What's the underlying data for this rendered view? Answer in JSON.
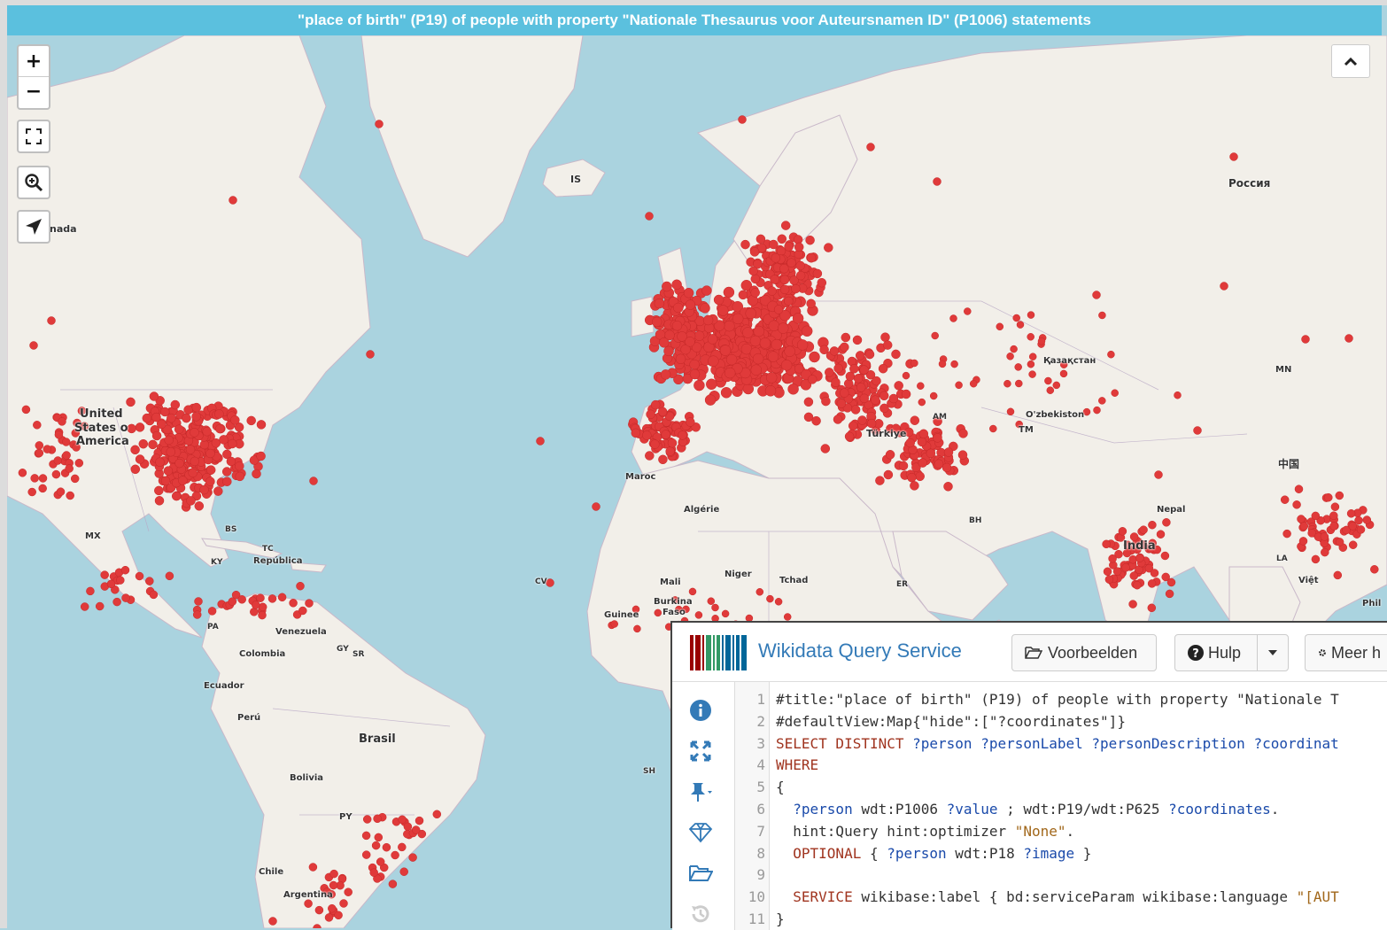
{
  "title_bar": {
    "text": "\"place of birth\" (P19) of people with property \"Nationale Thesaurus voor Auteursnamen ID\" (P1006) statements"
  },
  "map": {
    "controls": {
      "zoom_in": "+",
      "zoom_out": "−"
    },
    "labels": [
      {
        "key": "canada",
        "text": "nada"
      },
      {
        "key": "iceland",
        "text": "IS"
      },
      {
        "key": "russia",
        "text": "Россия"
      },
      {
        "key": "kazakhstan",
        "text": "Қазақстан"
      },
      {
        "key": "mongolia",
        "text": "MN"
      },
      {
        "key": "usa1",
        "text": "United"
      },
      {
        "key": "usa2",
        "text": "States o"
      },
      {
        "key": "usa3",
        "text": "America"
      },
      {
        "key": "uzbekistan",
        "text": "O'zbekiston"
      },
      {
        "key": "turkmenistan",
        "text": "TM"
      },
      {
        "key": "china",
        "text": "中国"
      },
      {
        "key": "mexico",
        "text": "MX"
      },
      {
        "key": "bahamas",
        "text": "BS"
      },
      {
        "key": "tc",
        "text": "TC"
      },
      {
        "key": "republica",
        "text": "República"
      },
      {
        "key": "ky",
        "text": "KY"
      },
      {
        "key": "morocco",
        "text": "Maroc"
      },
      {
        "key": "algeria",
        "text": "Algérie"
      },
      {
        "key": "mali",
        "text": "Mali"
      },
      {
        "key": "niger",
        "text": "Niger"
      },
      {
        "key": "tchad",
        "text": "Tchad"
      },
      {
        "key": "burkina",
        "text": "Burkina"
      },
      {
        "key": "faso",
        "text": "Faso"
      },
      {
        "key": "guinee",
        "text": "Guinee"
      },
      {
        "key": "india",
        "text": "India"
      },
      {
        "key": "nepal",
        "text": "Nepal"
      },
      {
        "key": "bh",
        "text": "BH"
      },
      {
        "key": "er",
        "text": "ER"
      },
      {
        "key": "venezuela",
        "text": "Venezuela"
      },
      {
        "key": "colombia",
        "text": "Colombia"
      },
      {
        "key": "ecuador",
        "text": "Ecuador"
      },
      {
        "key": "peru",
        "text": "Perú"
      },
      {
        "key": "brasil",
        "text": "Brasil"
      },
      {
        "key": "bolivia",
        "text": "Bolivia"
      },
      {
        "key": "py",
        "text": "PY"
      },
      {
        "key": "chile",
        "text": "Chile"
      },
      {
        "key": "argentina",
        "text": "Argentina"
      },
      {
        "key": "gy",
        "text": "GY"
      },
      {
        "key": "sr",
        "text": "SR"
      },
      {
        "key": "sh",
        "text": "SH"
      },
      {
        "key": "pa",
        "text": "PA"
      },
      {
        "key": "cv",
        "text": "CV"
      },
      {
        "key": "la",
        "text": "LA"
      },
      {
        "key": "vietnam",
        "text": "Việt"
      },
      {
        "key": "phil",
        "text": "Phil"
      },
      {
        "key": "am",
        "text": "AM"
      },
      {
        "key": "turkey",
        "text": "Türkiye"
      }
    ]
  },
  "panel": {
    "brand": "Wikidata Query Service",
    "buttons": {
      "examples": "Voorbeelden",
      "help": "Hulp",
      "more": "Meer h"
    },
    "code_lines": [
      {
        "n": "1",
        "segments": [
          {
            "t": "#title:\"place of birth\" (P19) of people with property \"Nationale T",
            "c": "plain"
          }
        ]
      },
      {
        "n": "2",
        "segments": [
          {
            "t": "#defaultView:Map{\"hide\":[\"?coordinates\"]}",
            "c": "plain"
          }
        ]
      },
      {
        "n": "3",
        "segments": [
          {
            "t": "SELECT DISTINCT ",
            "c": "kw"
          },
          {
            "t": "?person ?personLabel ?personDescription ?coordinat",
            "c": "var"
          }
        ]
      },
      {
        "n": "4",
        "segments": [
          {
            "t": "WHERE",
            "c": "kw"
          }
        ]
      },
      {
        "n": "5",
        "segments": [
          {
            "t": "{",
            "c": "plain"
          }
        ]
      },
      {
        "n": "6",
        "segments": [
          {
            "t": "  ",
            "c": "plain"
          },
          {
            "t": "?person ",
            "c": "var"
          },
          {
            "t": "wdt:P1006 ",
            "c": "plain"
          },
          {
            "t": "?value",
            "c": "var"
          },
          {
            "t": " ; wdt:P19/wdt:P625 ",
            "c": "plain"
          },
          {
            "t": "?coordinates",
            "c": "var"
          },
          {
            "t": ".",
            "c": "plain"
          }
        ]
      },
      {
        "n": "7",
        "segments": [
          {
            "t": "  hint:Query hint:optimizer ",
            "c": "plain"
          },
          {
            "t": "\"None\"",
            "c": "str"
          },
          {
            "t": ".",
            "c": "plain"
          }
        ]
      },
      {
        "n": "8",
        "segments": [
          {
            "t": "  ",
            "c": "plain"
          },
          {
            "t": "OPTIONAL",
            "c": "kw"
          },
          {
            "t": " { ",
            "c": "plain"
          },
          {
            "t": "?person ",
            "c": "var"
          },
          {
            "t": "wdt:P18 ",
            "c": "plain"
          },
          {
            "t": "?image",
            "c": "var"
          },
          {
            "t": " }",
            "c": "plain"
          }
        ]
      },
      {
        "n": "9",
        "segments": [
          {
            "t": "",
            "c": "plain"
          }
        ]
      },
      {
        "n": "10",
        "segments": [
          {
            "t": "  ",
            "c": "plain"
          },
          {
            "t": "SERVICE",
            "c": "kw"
          },
          {
            "t": " wikibase:label { bd:serviceParam wikibase:language ",
            "c": "plain"
          },
          {
            "t": "\"[AUT",
            "c": "str"
          }
        ]
      },
      {
        "n": "11",
        "segments": [
          {
            "t": "}",
            "c": "plain"
          }
        ]
      }
    ]
  },
  "colors": {
    "marker": "#e03a3a",
    "water": "#aad3df",
    "land": "#f2efe9",
    "title": "#5bc0de",
    "brand": "#337ab7"
  }
}
